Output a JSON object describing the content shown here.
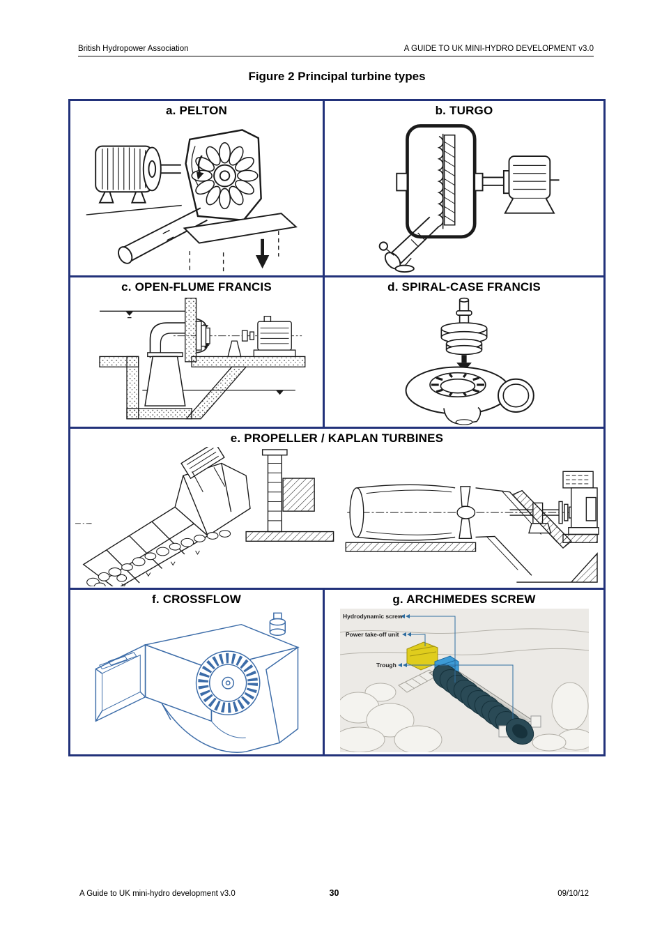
{
  "header": {
    "left": "British Hydropower Association",
    "right": "A GUIDE TO UK MINI-HYDRO DEVELOPMENT v3.0"
  },
  "title": "Figure 2 Principal turbine types",
  "figure": {
    "cells": {
      "a": {
        "label": "a. PELTON"
      },
      "b": {
        "label": "b. TURGO"
      },
      "c": {
        "label": "c. OPEN-FLUME FRANCIS"
      },
      "d": {
        "label": "d. SPIRAL-CASE FRANCIS"
      },
      "e": {
        "label": "e. PROPELLER / KAPLAN TURBINES"
      },
      "f": {
        "label": "f. CROSSFLOW"
      },
      "g": {
        "label": "g. ARCHIMEDES SCREW"
      }
    },
    "archimedes_annotations": {
      "screw": "Hydrodynamic screw",
      "power": "Power take-off unit",
      "trough": "Trough"
    },
    "colors": {
      "table_border": "#22327a",
      "line_drawing_black": "#1a1a1a",
      "crossflow_blue": "#3c6ca8",
      "screw_teal": "#2a4a56",
      "power_unit_yellow": "#e0cd1d",
      "coupling_blue": "#3d9bd6",
      "photo_background": "#eceae6",
      "annotation_line": "#2e6da0"
    }
  },
  "footer": {
    "left": "A Guide to UK mini-hydro development v3.0",
    "page_number": "30",
    "date": "09/10/12"
  }
}
